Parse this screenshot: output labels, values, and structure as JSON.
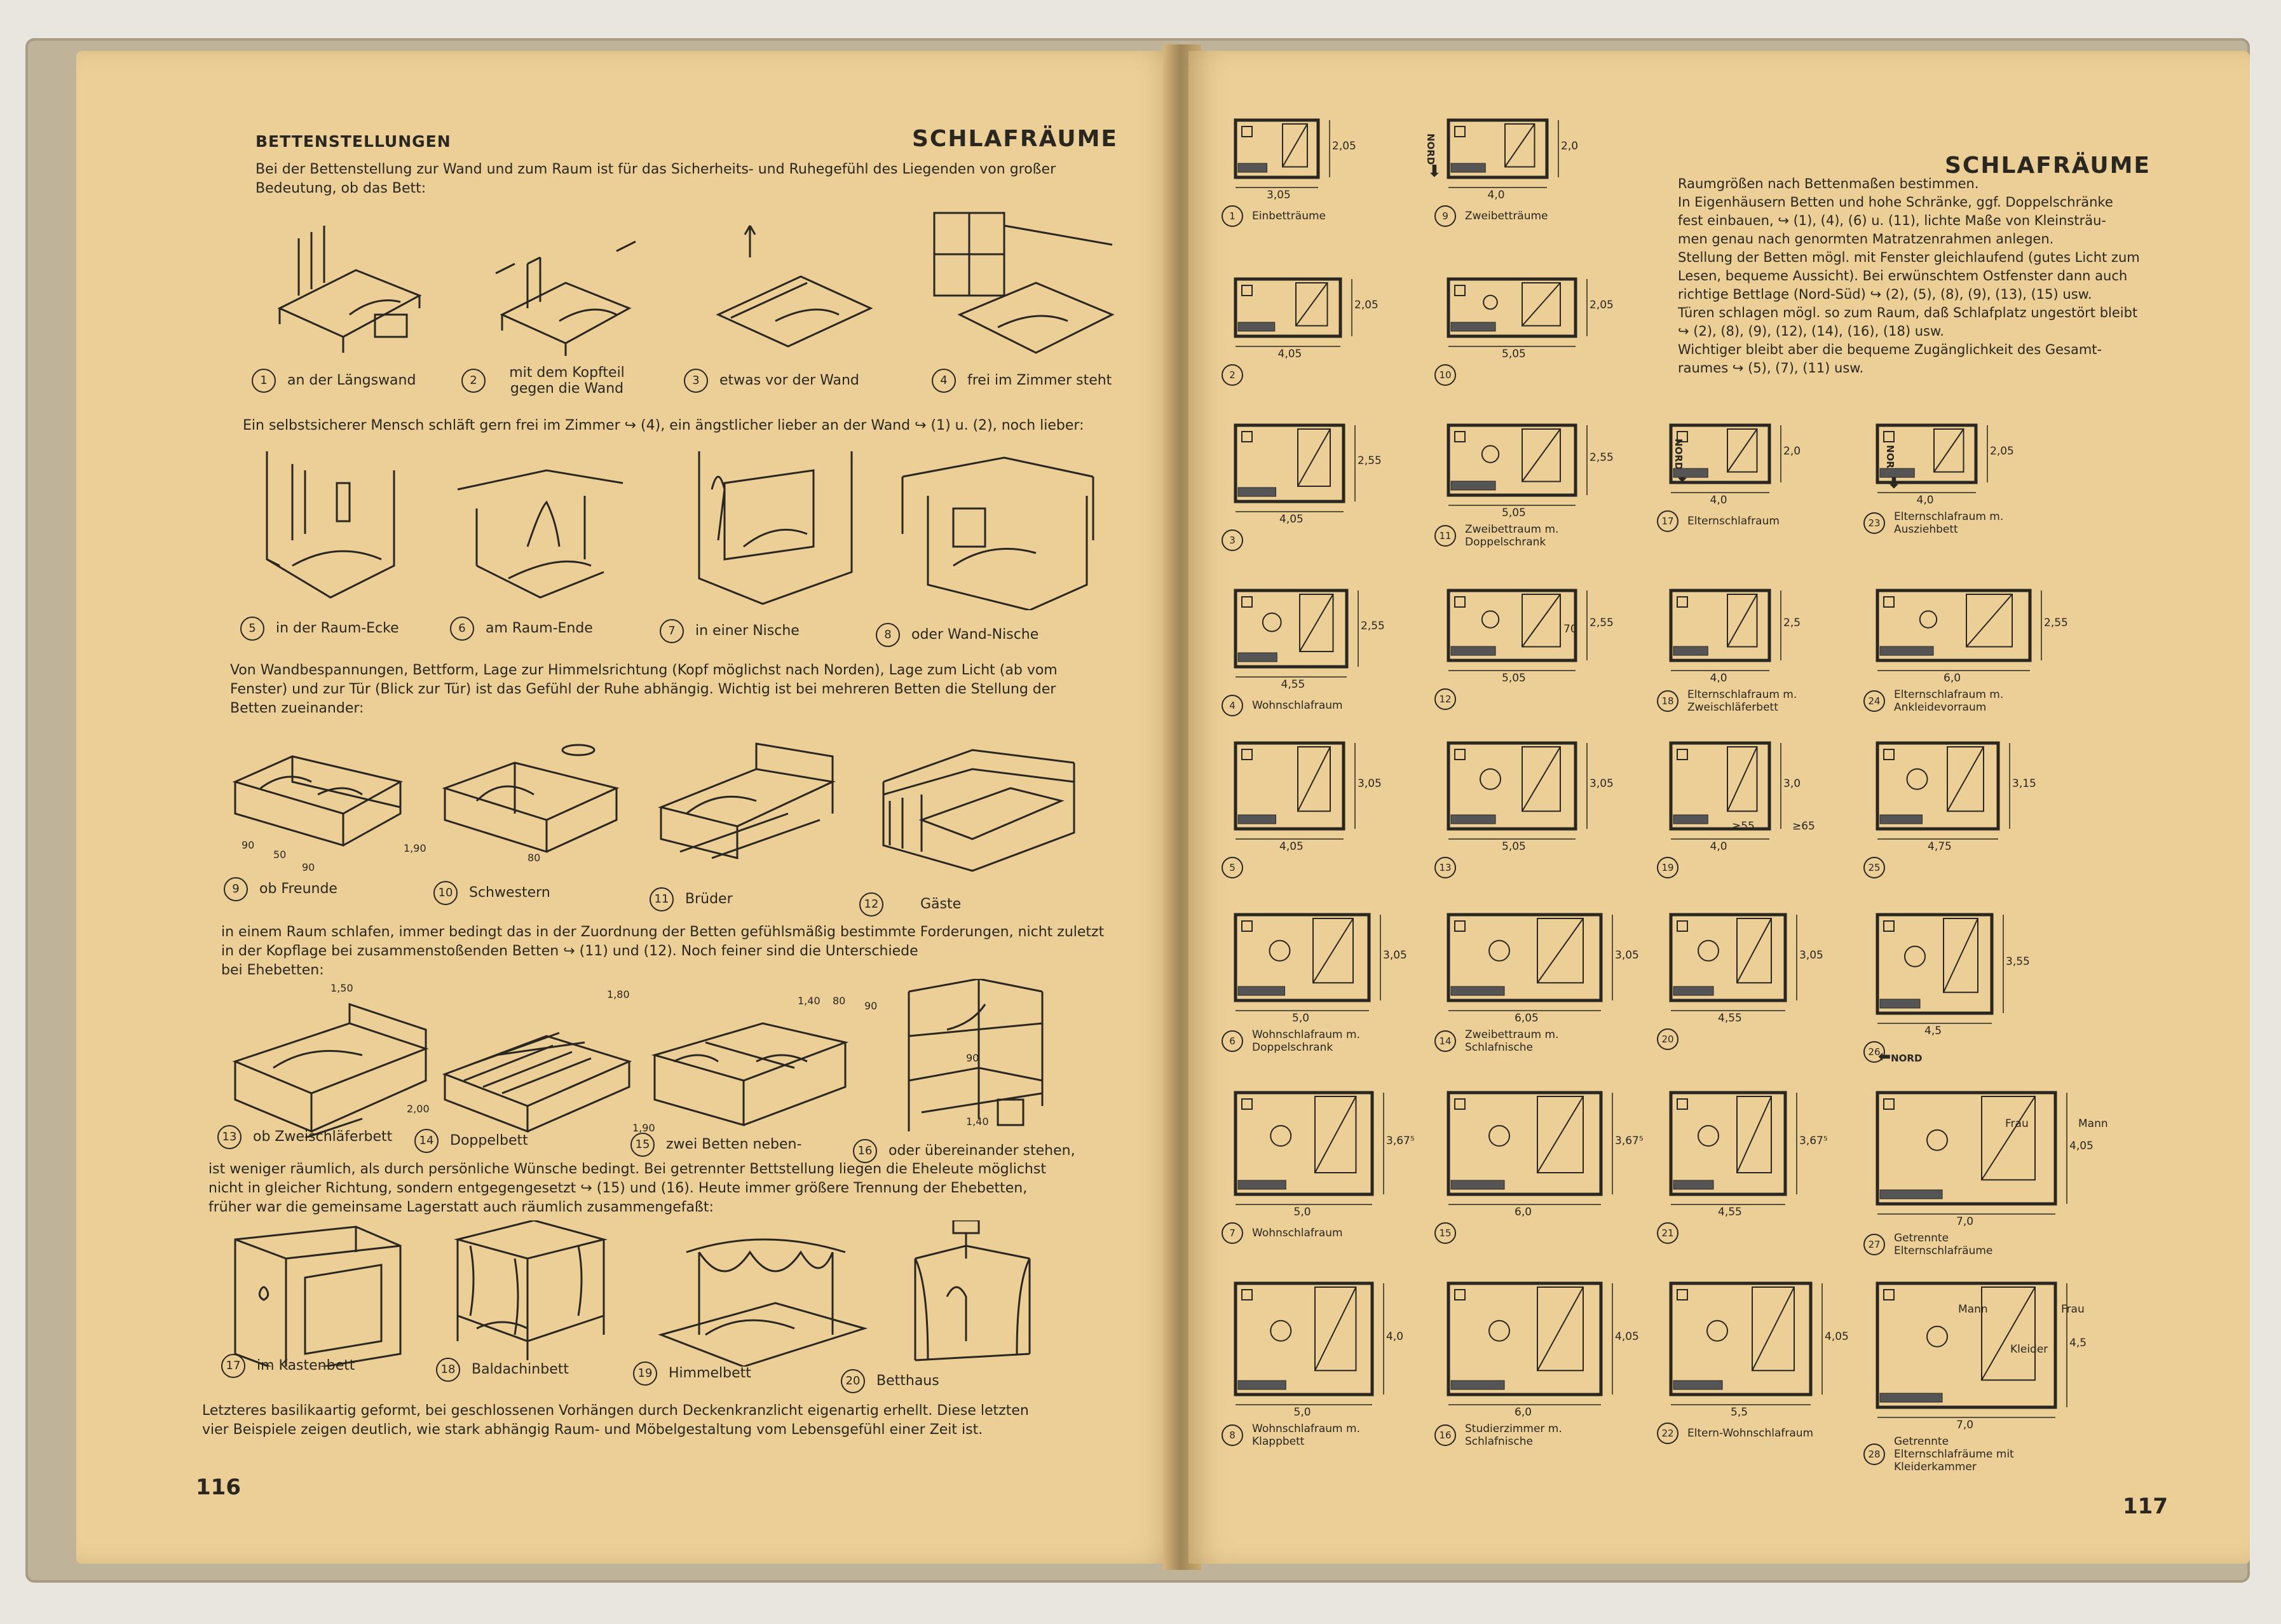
{
  "left_page": {
    "section": "BETTENSTELLUNGEN",
    "title": "SCHLAFRÄUME",
    "intro": [
      "Bei der Bettenstellung zur Wand und zum Raum ist für das Sicherheits- und Ruhegefühl des Liegenden von großer",
      "Bedeutung, ob das Bett:"
    ],
    "row1": [
      {
        "n": "1",
        "label": "an der Längswand"
      },
      {
        "n": "2",
        "label": "mit dem Kopfteil gegen die Wand"
      },
      {
        "n": "3",
        "label": "etwas vor der Wand"
      },
      {
        "n": "4",
        "label": "frei im Zimmer steht"
      }
    ],
    "text2": "Ein selbstsicherer Mensch schläft gern frei im Zimmer ↪ (4), ein ängstlicher lieber an der Wand ↪ (1) u. (2), noch lieber:",
    "row2": [
      {
        "n": "5",
        "label": "in der Raum-Ecke"
      },
      {
        "n": "6",
        "label": "am Raum-Ende"
      },
      {
        "n": "7",
        "label": "in einer Nische"
      },
      {
        "n": "8",
        "label": "oder Wand-Nische"
      }
    ],
    "text3": [
      "Von Wandbespannungen, Bettform, Lage zur Himmelsrichtung (Kopf möglichst nach Norden), Lage zum Licht (ab vom",
      "Fenster) und zur Tür (Blick zur Tür) ist das Gefühl der Ruhe abhängig. Wichtig ist bei mehreren Betten die Stellung der",
      "Betten zueinander:"
    ],
    "row3": [
      {
        "n": "9",
        "label": "ob Freunde"
      },
      {
        "n": "10",
        "label": "Schwestern"
      },
      {
        "n": "11",
        "label": "Brüder"
      },
      {
        "n": "12",
        "label": "Gäste"
      }
    ],
    "text4": [
      "in einem Raum schlafen, immer bedingt das in der Zuordnung der Betten gefühlsmäßig bestimmte Forderungen, nicht zuletzt",
      "in der Kopflage bei zusammenstoßenden Betten ↪ (11) und (12). Noch feiner sind die Unterschiede",
      "bei Ehebetten:"
    ],
    "row4": [
      {
        "n": "13",
        "label": "ob Zweischläferbett"
      },
      {
        "n": "14",
        "label": "Doppelbett"
      },
      {
        "n": "15",
        "label": "zwei Betten neben-"
      },
      {
        "n": "16",
        "label": "oder übereinander stehen,"
      }
    ],
    "text5": [
      "ist weniger räumlich, als durch persönliche Wünsche bedingt. Bei getrennter Bettstellung liegen die Eheleute möglichst",
      "nicht in gleicher Richtung, sondern entgegengesetzt ↪ (15) und (16). Heute immer größere Trennung der Ehebetten,",
      "früher war die gemeinsame Lagerstatt auch räumlich zusammengefaßt:"
    ],
    "row5": [
      {
        "n": "17",
        "label": "im Kastenbett"
      },
      {
        "n": "18",
        "label": "Baldachinbett"
      },
      {
        "n": "19",
        "label": "Himmelbett"
      },
      {
        "n": "20",
        "label": "Betthaus"
      }
    ],
    "text6": [
      "Letzteres basilikaartig geformt, bei geschlossenen Vorhängen durch Deckenkranzlicht eigenartig erhellt. Diese letzten",
      "vier Beispiele zeigen deutlich, wie stark abhängig Raum- und Möbelgestaltung vom Lebensgefühl einer Zeit ist."
    ],
    "dims": {
      "d90a": "90",
      "d50": "50",
      "d90b": "90",
      "d190a": "1,90",
      "d80": "80",
      "d150": "1,50",
      "d200": "2,00",
      "d180": "1,80",
      "d190b": "1,90",
      "d140": "1,40",
      "d80b": "80",
      "d90c": "90",
      "d90d": "90",
      "d140b": "1,40"
    },
    "page_number": "116"
  },
  "right_page": {
    "title": "SCHLAFRÄUME",
    "nord": "NORD",
    "intro": [
      "Raumgrößen nach Bettenmaßen bestimmen.",
      "In Eigenhäusern Betten und hohe Schränke, ggf. Doppelschränke",
      "fest einbauen, ↪ (1), (4), (6) u. (11), lichte Maße von Kleinsträu-",
      "men genau nach genormten Matratzenrahmen anlegen.",
      "Stellung der Betten mögl. mit Fenster gleichlaufend (gutes Licht zum",
      "Lesen, bequeme Aussicht). Bei erwünschtem Ostfenster dann auch",
      "richtige Bettlage (Nord-Süd) ↪ (2), (5), (8), (9), (13), (15) usw.",
      "Türen schlagen mögl. so zum Raum, daß Schlafplatz ungestört bleibt",
      "↪ (2), (8), (9), (12), (14), (16), (18) usw.",
      "Wichtiger bleibt aber die bequeme Zugänglichkeit des Gesamt-",
      "raumes ↪ (5), (7), (11) usw."
    ],
    "plans": [
      {
        "n": "1",
        "caption": "Einbetträume",
        "w": "3,05",
        "h": "2,05"
      },
      {
        "n": "2",
        "caption": "",
        "w": "4,05",
        "h": "2,05"
      },
      {
        "n": "3",
        "caption": "",
        "w": "4,05",
        "h": "2,55"
      },
      {
        "n": "4",
        "caption": "Wohnschlafraum",
        "w": "4,55",
        "h": "2,55"
      },
      {
        "n": "5",
        "caption": "",
        "w": "4,05",
        "h": "3,05"
      },
      {
        "n": "6",
        "caption": "Wohnschlafraum m. Doppelschrank",
        "w": "5,0",
        "h": "3,05"
      },
      {
        "n": "7",
        "caption": "Wohnschlafraum",
        "w": "5,0",
        "h": "3,67⁵"
      },
      {
        "n": "8",
        "caption": "Wohnschlafraum m. Klappbett",
        "w": "5,0",
        "h": "4,0"
      },
      {
        "n": "9",
        "caption": "Zweibetträume",
        "w": "4,0",
        "h": "2,0"
      },
      {
        "n": "10",
        "caption": "",
        "w": "5,05",
        "h": "2,05"
      },
      {
        "n": "11",
        "caption": "Zweibettraum m. Doppelschrank",
        "w": "5,05",
        "h": "2,55"
      },
      {
        "n": "12",
        "caption": "",
        "w": "5,05",
        "h": "2,55"
      },
      {
        "n": "13",
        "caption": "",
        "w": "5,05",
        "h": "3,05"
      },
      {
        "n": "14",
        "caption": "Zweibettraum m. Schlafnische",
        "w": "6,05",
        "h": "3,05"
      },
      {
        "n": "15",
        "caption": "",
        "w": "6,0",
        "h": "3,67⁵"
      },
      {
        "n": "16",
        "caption": "Studierzimmer m. Schlafnische",
        "w": "6,0",
        "h": "4,05"
      },
      {
        "n": "17",
        "caption": "Elternschlafraum",
        "w": "4,0",
        "h": "2,0"
      },
      {
        "n": "18",
        "caption": "Elternschlafraum m. Zweischläferbett",
        "w": "4,0",
        "h": "2,5"
      },
      {
        "n": "19",
        "caption": "",
        "w": "4,0",
        "h": "3,0"
      },
      {
        "n": "20",
        "caption": "",
        "w": "4,55",
        "h": "3,05"
      },
      {
        "n": "21",
        "caption": "",
        "w": "4,55",
        "h": "3,67⁵"
      },
      {
        "n": "22",
        "caption": "Eltern-Wohnschlafraum",
        "w": "5,5",
        "h": "4,05"
      },
      {
        "n": "23",
        "caption": "Elternschlafraum m. Ausziehbett",
        "w": "4,0",
        "h": "2,05"
      },
      {
        "n": "24",
        "caption": "Elternschlafraum m. Ankleidevorraum",
        "w": "6,0",
        "h": "2,55"
      },
      {
        "n": "25",
        "caption": "",
        "w": "4,75",
        "h": "3,15"
      },
      {
        "n": "26",
        "caption": "",
        "w": "4,5",
        "h": "3,55"
      },
      {
        "n": "27",
        "caption": "Getrennte Elternschlafräume",
        "w": "7,0",
        "h": "4,05"
      },
      {
        "n": "28",
        "caption": "Getrennte Elternschlafräume mit Kleiderkammer",
        "w": "7,0",
        "h": "4,5"
      }
    ],
    "extra": {
      "d70": "70",
      "d255": "≥55",
      "d265": "≥65",
      "frau": "Frau",
      "mann": "Mann",
      "kleider": "Kleider"
    },
    "page_number": "117"
  }
}
